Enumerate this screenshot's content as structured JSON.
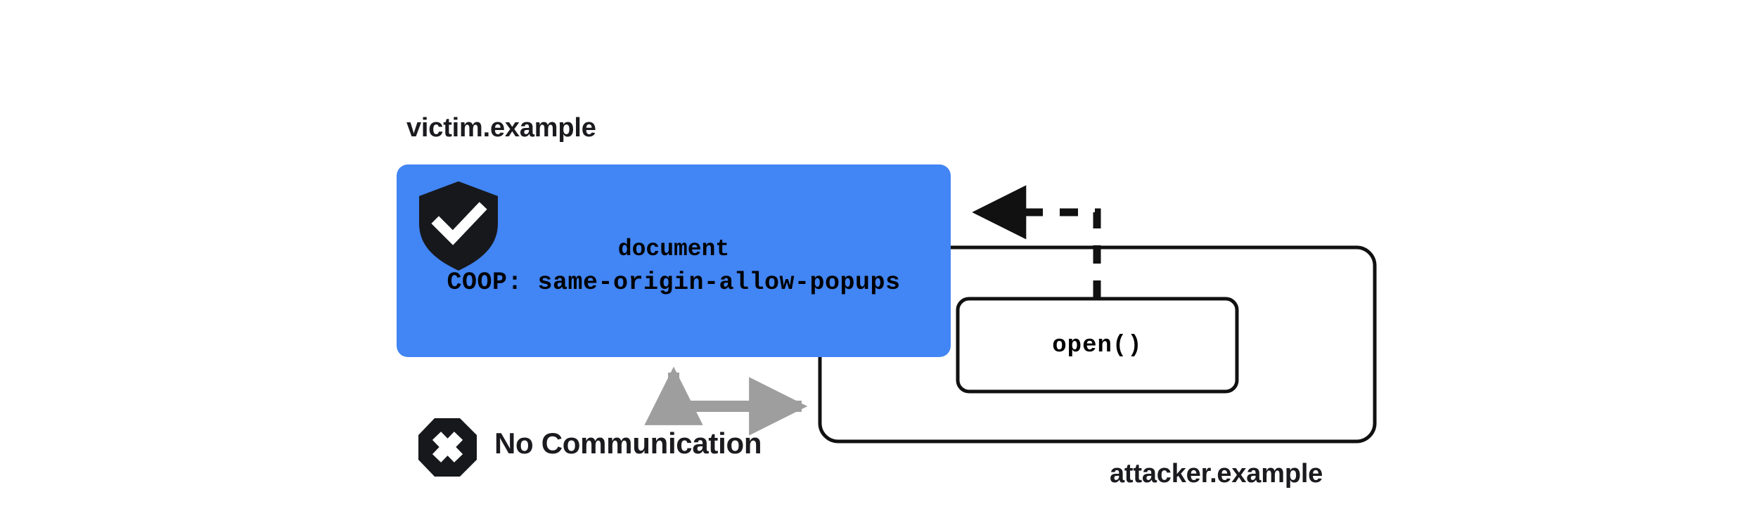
{
  "diagram": {
    "title_text_nodes": {
      "victim_origin": "victim.example",
      "attacker_origin": "attacker.example",
      "no_communication": "No Communication"
    },
    "victim_box": {
      "name": "victim-document-box",
      "fill_color": "#4285f4",
      "document_label": "document",
      "coop_header": "COOP: same-origin-allow-popups",
      "shield_icon": "shield-check-icon"
    },
    "attacker_box": {
      "name": "attacker-browsing-context-box",
      "stroke_color": "#111111",
      "fill_color": "#ffffff"
    },
    "open_box": {
      "name": "open-call-box",
      "label": "open()",
      "stroke_color": "#111111",
      "fill_color": "#ffffff"
    },
    "connectors": {
      "popup_open_arrow": {
        "name": "open-to-document-dashed-arrow",
        "style": "dashed",
        "color": "#111111",
        "direction": "open()-box to victim document"
      },
      "no_communication_arrow": {
        "name": "no-communication-double-arrow",
        "style": "solid-dotted",
        "color": "#9e9e9e",
        "direction": "bidirectional between victim document and attacker context"
      }
    },
    "icons": {
      "shield_check": "shield-check-icon",
      "blocked_octagon": "octagon-x-icon"
    },
    "palette": {
      "blue": "#4285f4",
      "ink": "#1b1b1f",
      "black": "#111111",
      "gray": "#9e9e9e",
      "white": "#ffffff"
    }
  }
}
